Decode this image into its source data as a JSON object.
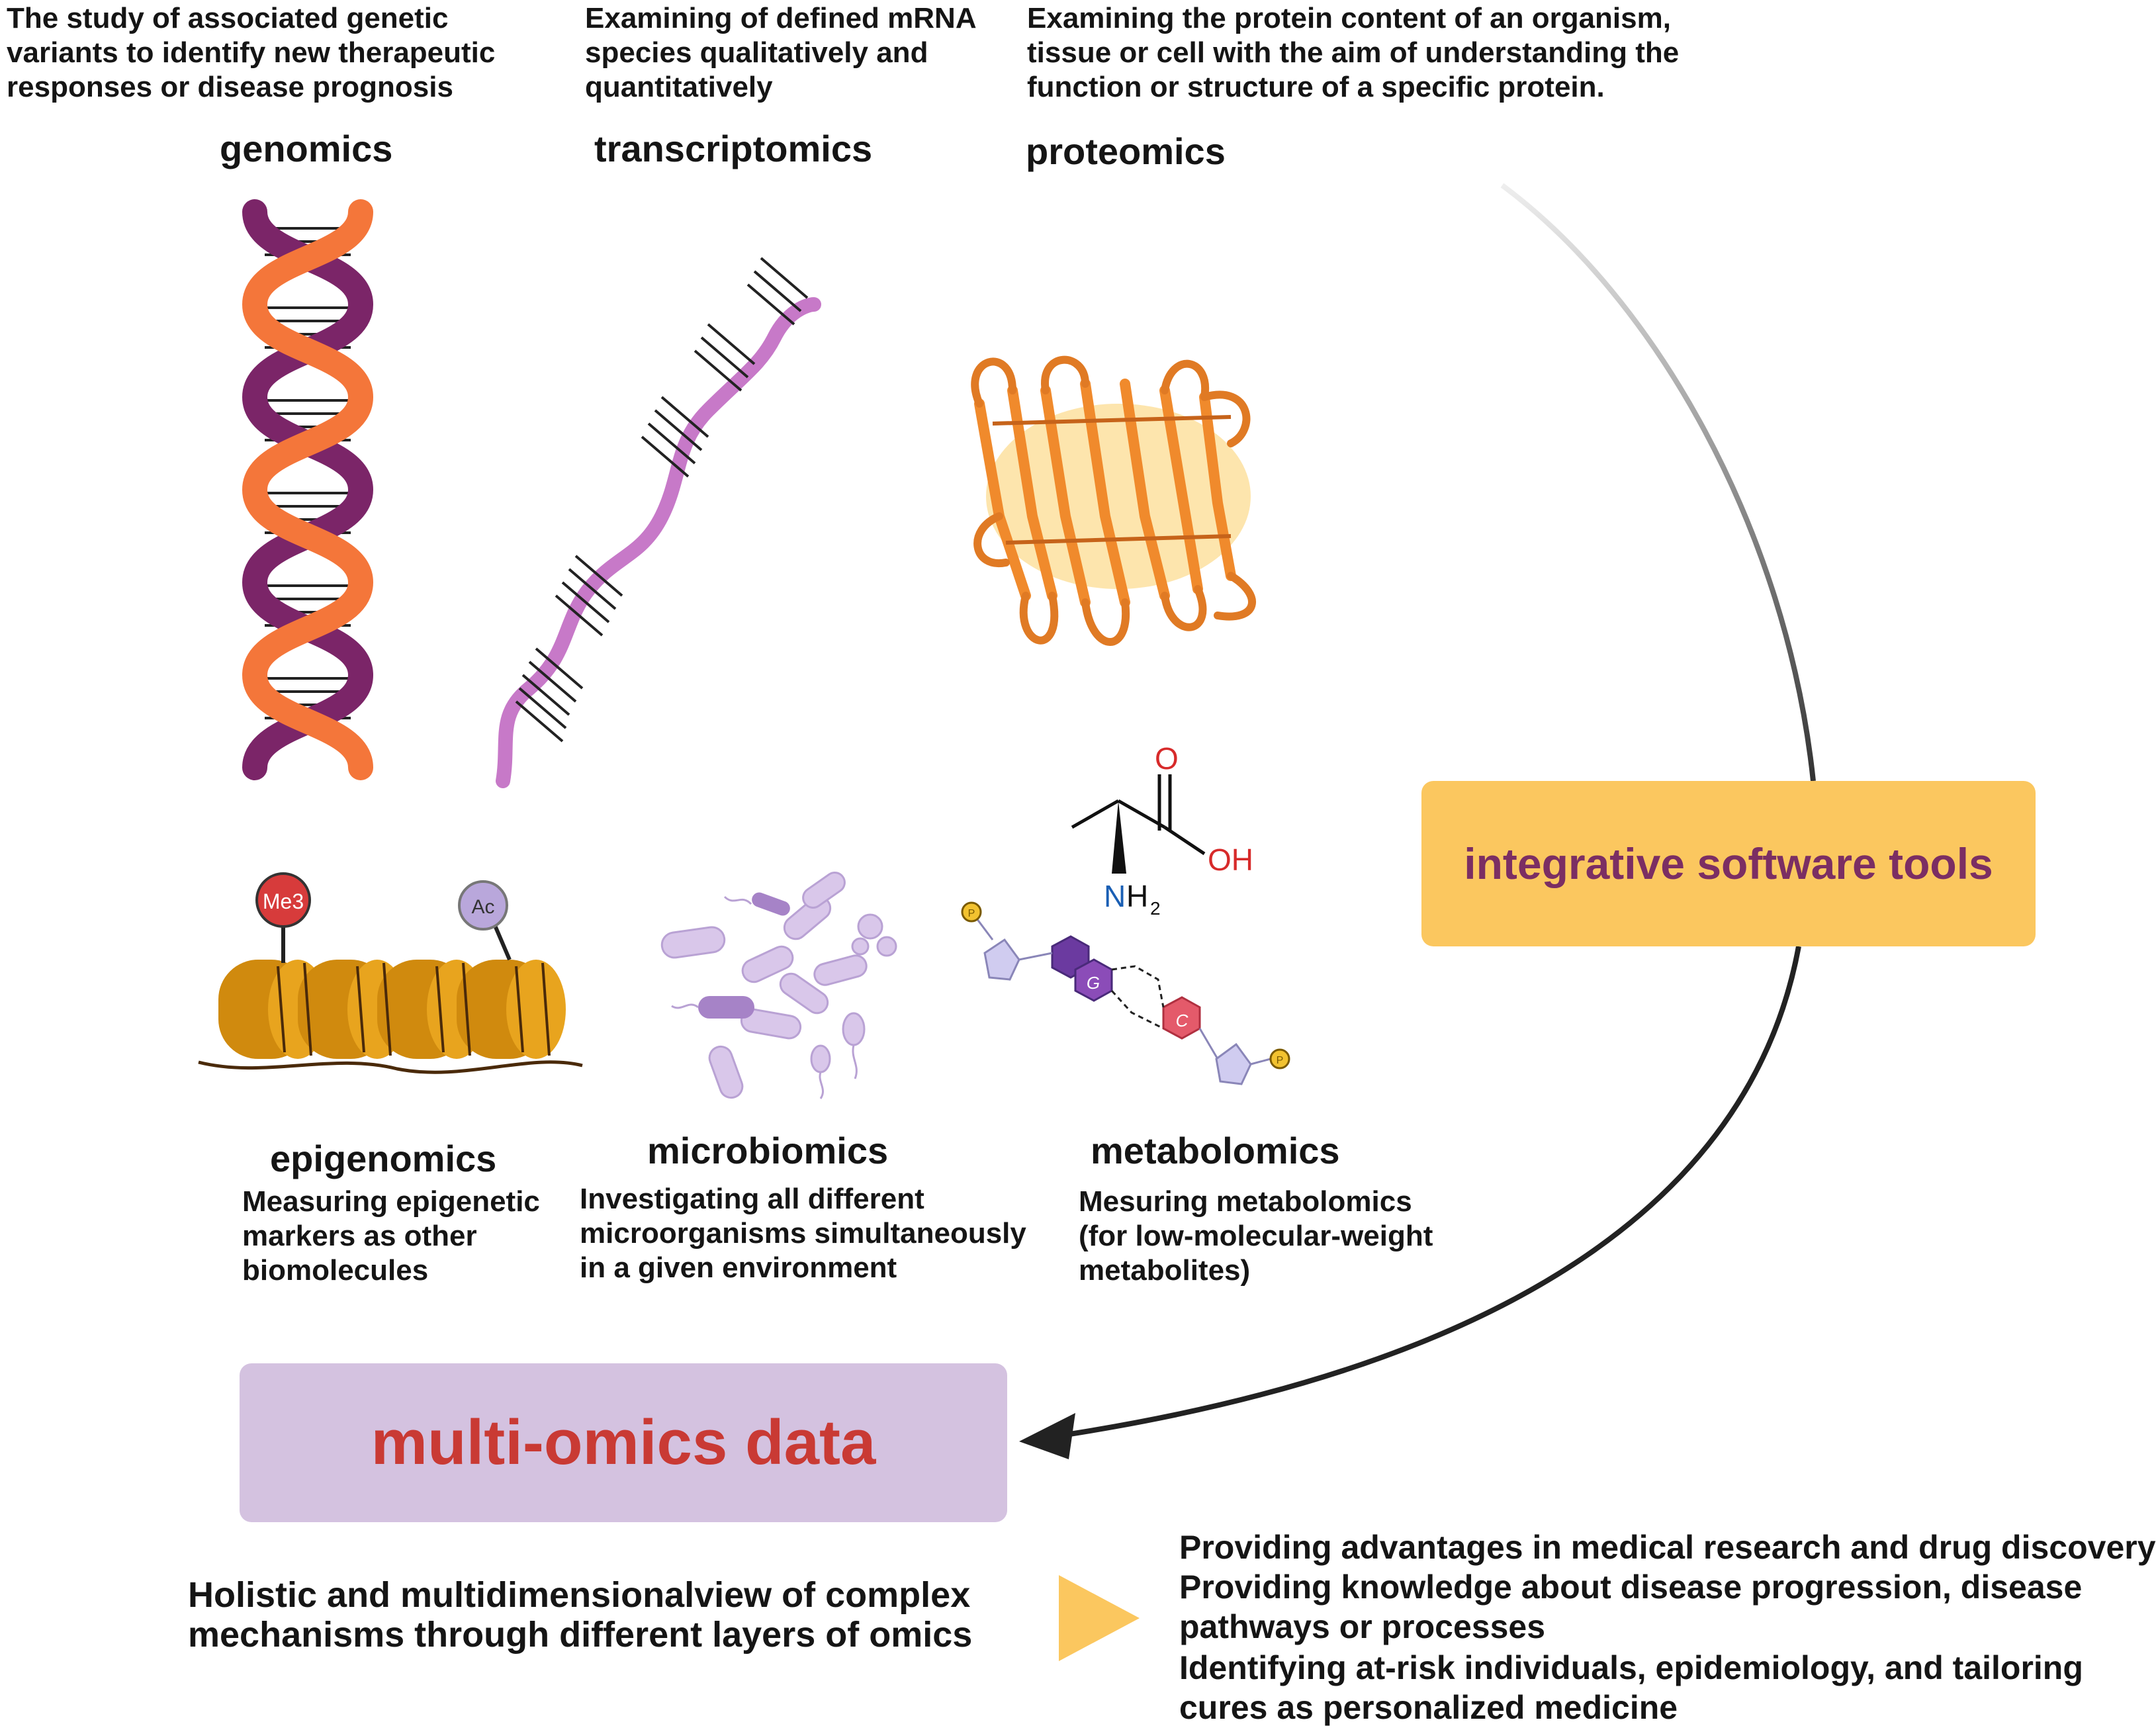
{
  "omics": {
    "genomics": {
      "title": "genomics",
      "description": "The study of associated genetic\nvariants to identify new therapeutic\nresponses or disease prognosis"
    },
    "transcriptomics": {
      "title": "transcriptomics",
      "description": "Examining of defined mRNA\nspecies qualitatively and\nquantitatively"
    },
    "proteomics": {
      "title": "proteomics",
      "description": "Examining the protein content of an organism,\ntissue or cell with the aim of understanding the\nfunction or structure of a specific protein."
    },
    "epigenomics": {
      "title": "epigenomics",
      "description": "Measuring epigenetic\nmarkers as other\nbiomolecules"
    },
    "microbiomics": {
      "title": "microbiomics",
      "description": "Investigating all different\nmicroorganisms simultaneously\nin a given environment"
    },
    "metabolomics": {
      "title": "metabolomics",
      "description": "Mesuring metabolomics\n(for low-molecular-weight\nmetabolites)"
    }
  },
  "labels": {
    "me3": "Me3",
    "ac": "Ac",
    "oxygen": "O",
    "hydroxyl": "OH",
    "amine_n": "N",
    "amine_h": "H",
    "amine_sub": "2",
    "base_g": "G",
    "base_c": "C",
    "phosphate": "P"
  },
  "integrative_tools": "integrative software tools",
  "multi_omics": "multi-omics data",
  "holistic": "Holistic and multidimensionalview of complex\nmechanisms through  different layers of omics",
  "benefits": [
    "Providing advantages in medical research and drug discovery",
    "Providing knowledge about disease progression, disease\npathways or processes",
    "Identifying at-risk individuals, epidemiology, and tailoring\ncures as personalized medicine"
  ],
  "colors": {
    "dna_purple": "#7b2568",
    "dna_orange": "#f4763a",
    "rna": "#c779c8",
    "protein": "#f08a2c",
    "tools_box": "#fbc75f",
    "tools_text": "#7b2e63",
    "multi_box": "#d4c2e0",
    "multi_text": "#c93a34",
    "play_arrow": "#fbc75f"
  }
}
